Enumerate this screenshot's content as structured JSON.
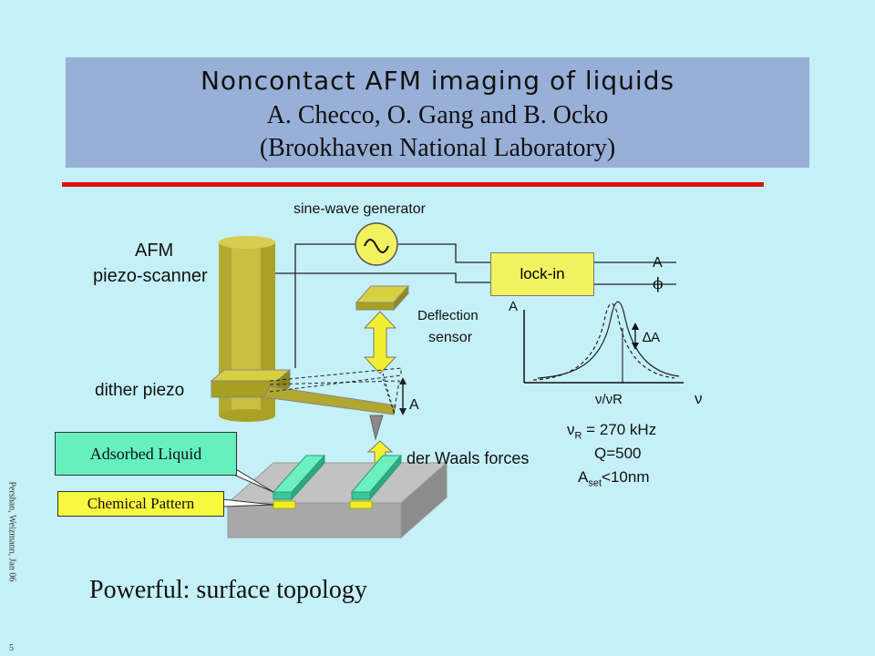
{
  "title": {
    "main": "Noncontact AFM imaging of liquids",
    "authors": "A. Checco, O. Gang and B. Ocko",
    "affiliation": "(Brookhaven National Laboratory)"
  },
  "labels": {
    "sine_wave_generator": "sine-wave generator",
    "afm": "AFM",
    "piezo_scanner": "piezo-scanner",
    "lock_in": "lock-in",
    "output_a": "A",
    "output_phi": "ϕ",
    "deflection": "Deflection",
    "sensor": "sensor",
    "dither_piezo": "dither piezo",
    "cantilever_a": "A",
    "van_der_waals": "der Waals forces",
    "adsorbed_liquid": "Adsorbed Liquid",
    "chemical_pattern": "Chemical Pattern",
    "caption": "Powerful: surface topology",
    "side_credit": "Pershan, Weizmann, Jan 06",
    "page_number": "5"
  },
  "resonance_plot": {
    "y_label": "A",
    "delta_a": "∆A",
    "x_label": "ν",
    "resonance_label": "ν/νR",
    "params": {
      "nu_r_prefix": "ν",
      "nu_r_sub": "R",
      "nu_r_value": " = 270 kHz",
      "q": "Q=500",
      "aset_prefix": "A",
      "aset_sub": "set",
      "aset_value": "<10nm"
    }
  },
  "colors": {
    "background": "#c5f0f7",
    "title_box": "#98b0d8",
    "rule": "#e01010",
    "piezo": "#c8c040",
    "lock_in": "#f2f260",
    "liquid": "#5ee0b0",
    "chemical": "#f0f020",
    "substrate": "#a8a8a8"
  }
}
